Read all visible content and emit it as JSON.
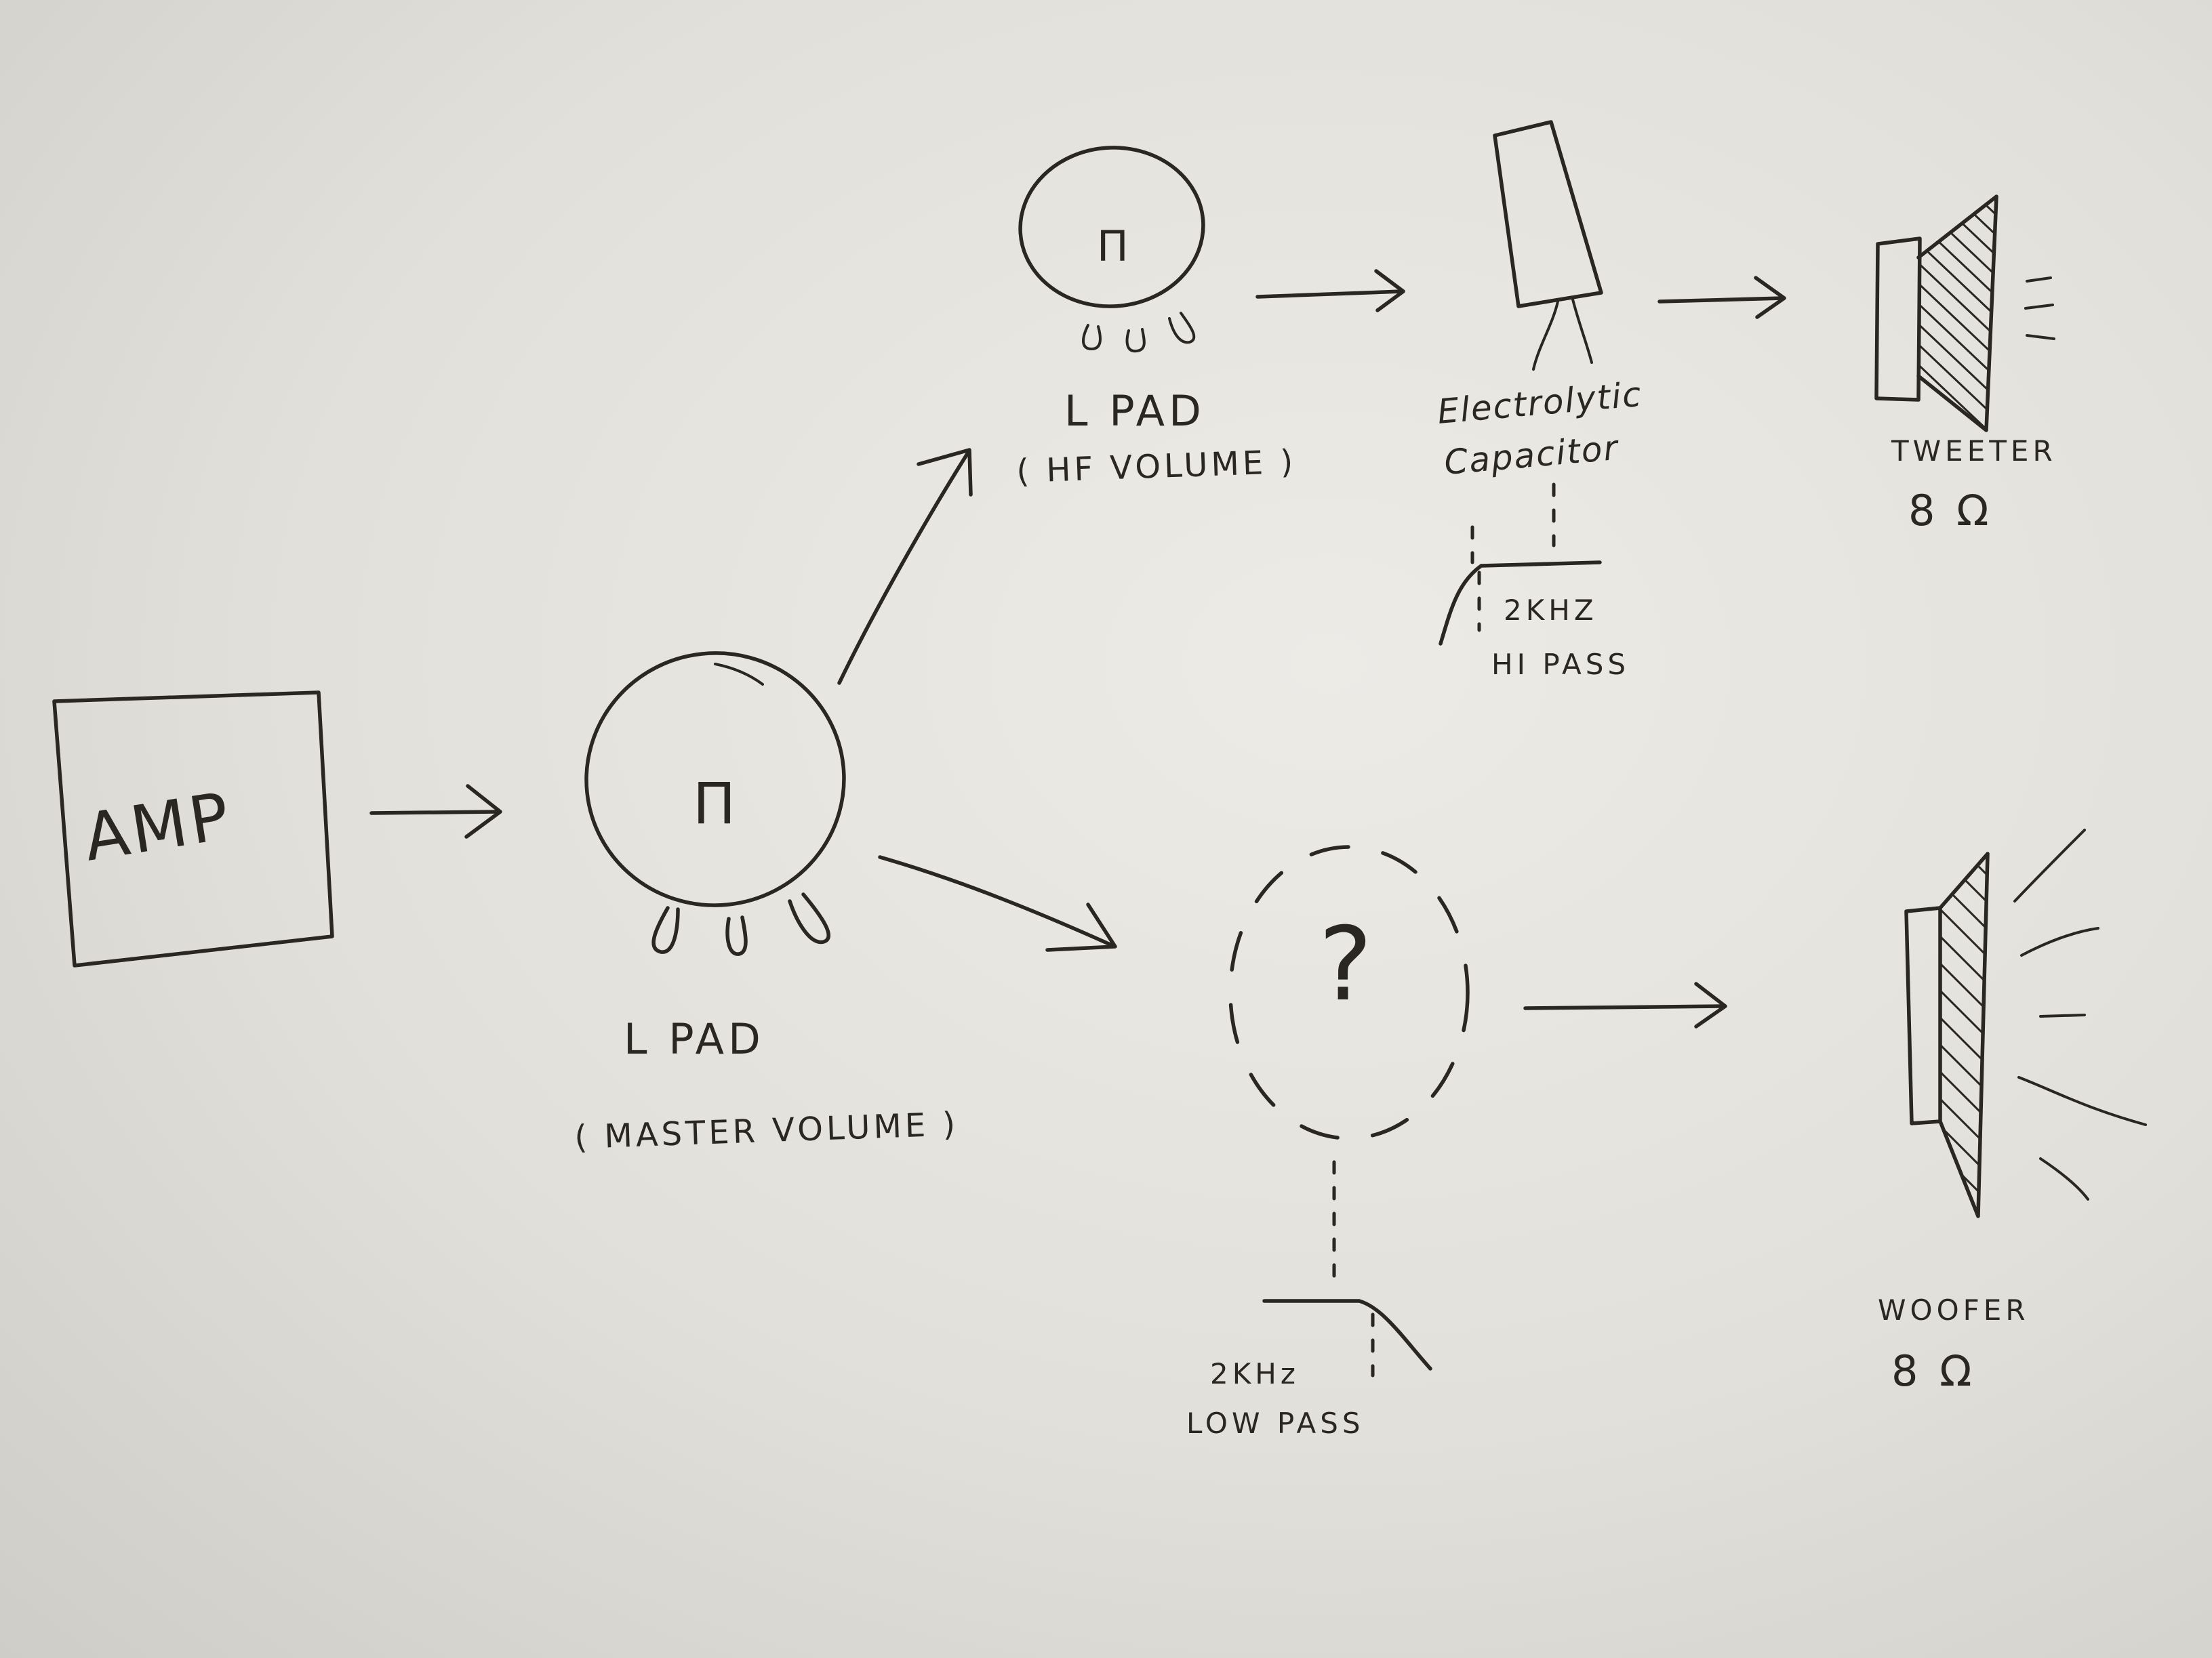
{
  "nodes": {
    "amp": {
      "label": "AMP"
    },
    "master_lpad": {
      "title": "L PAD",
      "subtitle": "( MASTER VOLUME )",
      "knob_glyph": "Π"
    },
    "hf_lpad": {
      "title": "L PAD",
      "subtitle": "( HF VOLUME )",
      "knob_glyph": "Π"
    },
    "capacitor": {
      "line1": "Electrolytic",
      "line2": "Capacitor"
    },
    "high_pass": {
      "freq": "2KHZ",
      "type": "HI PASS"
    },
    "unknown_filter": {
      "symbol": "?"
    },
    "low_pass": {
      "freq": "2KHz",
      "type": "LOW PASS"
    },
    "tweeter": {
      "name": "TWEETER",
      "impedance": "8 Ω"
    },
    "woofer": {
      "name": "WOOFER",
      "impedance": "8 Ω"
    }
  },
  "edges": [
    {
      "from": "amp",
      "to": "master_lpad"
    },
    {
      "from": "master_lpad",
      "to": "hf_lpad"
    },
    {
      "from": "master_lpad",
      "to": "unknown_filter"
    },
    {
      "from": "hf_lpad",
      "to": "capacitor"
    },
    {
      "from": "capacitor",
      "to": "tweeter"
    },
    {
      "from": "unknown_filter",
      "to": "woofer"
    }
  ],
  "colors": {
    "ink": "#2a2622",
    "paper": "#e6e4df"
  }
}
